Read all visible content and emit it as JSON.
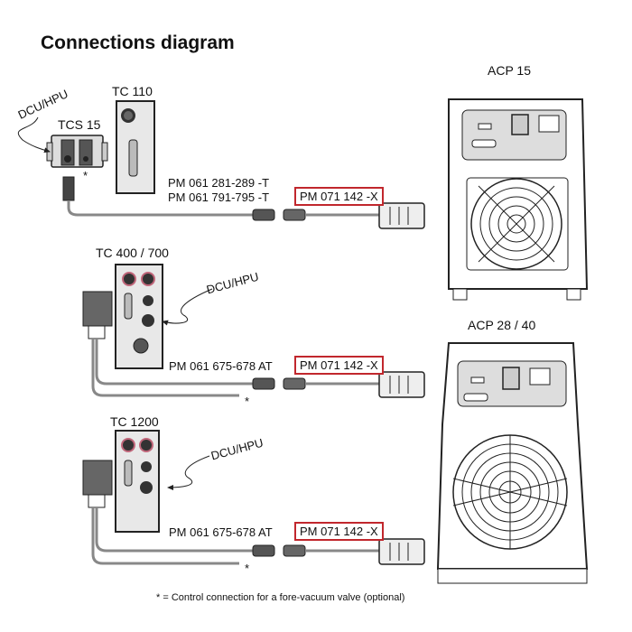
{
  "title": "Connections diagram",
  "accent_color": "#c1272d",
  "sections": [
    {
      "controller": "TC 110",
      "extra_unit": "TCS 15",
      "dcu_label": "DCU/HPU",
      "cable_parts": [
        "PM 061 281-289 -T",
        "PM 061 791-795 -T"
      ],
      "adapter_part": "PM 071 142 -X",
      "pump": "ACP 15"
    },
    {
      "controller": "TC 400 / 700",
      "dcu_label": "DCU/HPU",
      "cable_parts": [
        "PM 061 675-678 AT"
      ],
      "adapter_part": "PM 071 142 -X",
      "asterisk": "*",
      "pump": "ACP 28 / 40"
    },
    {
      "controller": "TC 1200",
      "dcu_label": "DCU/HPU",
      "cable_parts": [
        "PM 061 675-678 AT"
      ],
      "adapter_part": "PM 071 142 -X",
      "asterisk": "*"
    }
  ],
  "tcs_asterisk": "*",
  "footnote": "* = Control connection for a fore-vacuum valve (optional)"
}
